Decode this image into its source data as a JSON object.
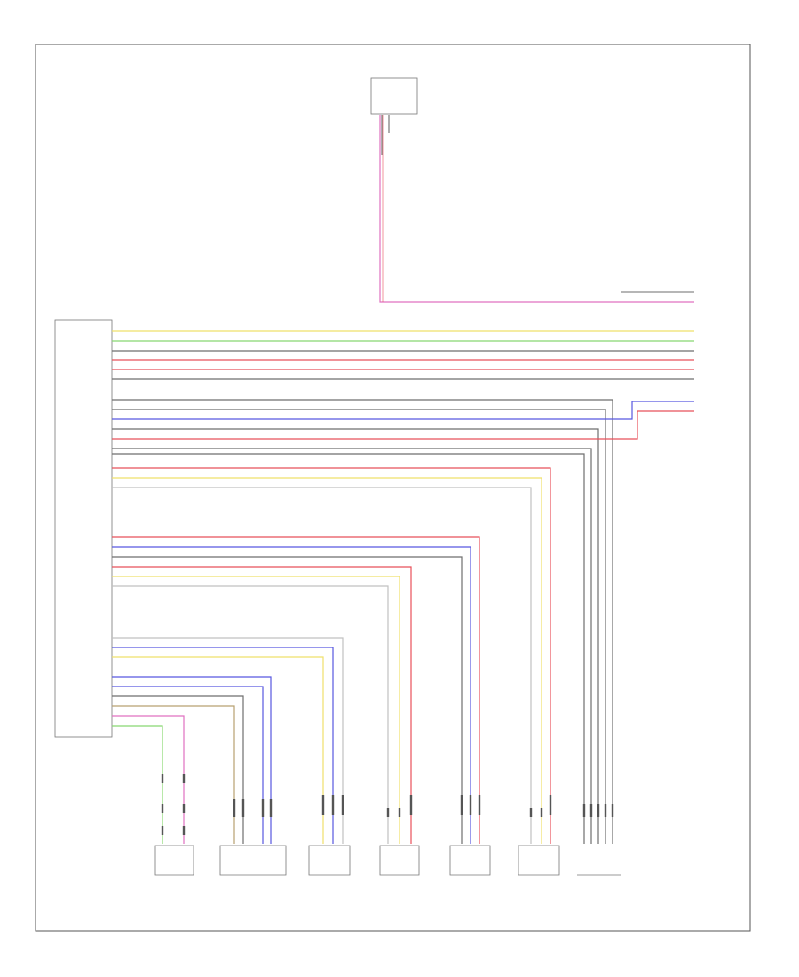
{
  "diagram": {
    "id": "",
    "colors": {
      "frame": "#555555",
      "component": "#777777",
      "grey": "#6e6e6e",
      "red": "#e8505a",
      "pink": "#e070c0",
      "blue": "#5858e0",
      "green": "#88d870",
      "yellow": "#efe06a",
      "tan": "#b8a070",
      "lightgrey": "#c0c0c0",
      "black": "#333333"
    },
    "top_component": {
      "name": "",
      "label_lines": [
        "",
        "",
        "",
        "",
        ""
      ]
    },
    "module": {
      "label_lines": [
        "",
        "",
        "",
        "",
        ""
      ]
    },
    "right_connectors": {
      "upper_label": "",
      "mid_label": ""
    },
    "bottom_components": [
      {
        "id": "horn-switch",
        "label_lines": [
          "",
          ""
        ]
      },
      {
        "id": "steering-angle-sensor",
        "label_lines": [
          "",
          "",
          "",
          ""
        ]
      },
      {
        "id": "cruise-control-switch",
        "label_lines": [
          "",
          "",
          "",
          ""
        ]
      },
      {
        "id": "multifunction-switch",
        "label_lines": [
          "",
          "",
          "",
          ""
        ]
      },
      {
        "id": "left-steering-switch",
        "label_lines": [
          "",
          "",
          "",
          ""
        ]
      },
      {
        "id": "shift-paddle",
        "label_lines": [
          "",
          "",
          ""
        ]
      },
      {
        "id": "steering-wheel-heater",
        "label_lines": [
          "",
          ""
        ]
      }
    ]
  }
}
